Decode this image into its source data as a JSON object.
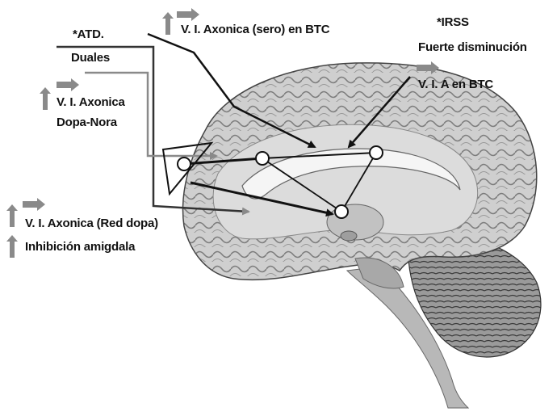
{
  "labels": {
    "atd": "*ATD.",
    "duales": "Duales",
    "sero": "V. I. Axonica (sero) en BTC",
    "dopa_nora_1": "V. I. Axonica",
    "dopa_nora_2": "Dopa-Nora",
    "red_dopa": "V. I. Axonica (Red dopa)",
    "amigdala": "Inhibición amigdala",
    "irss": "*IRSS",
    "fuerte": "Fuerte disminución",
    "via": "V. I. A en BTC"
  },
  "icons": {
    "up_arrow": "up-arrow-icon",
    "right_arrow": "right-arrow-icon"
  },
  "colors": {
    "arrow_gray": "#8a8a8a",
    "line": "#111111",
    "cortex_fill": "#c9c9c9",
    "cortex_dark": "#7a7a7a",
    "callosum": "#f2f2f2",
    "cerebellum": "#8f8f8f",
    "stem": "#b5b5b5"
  }
}
